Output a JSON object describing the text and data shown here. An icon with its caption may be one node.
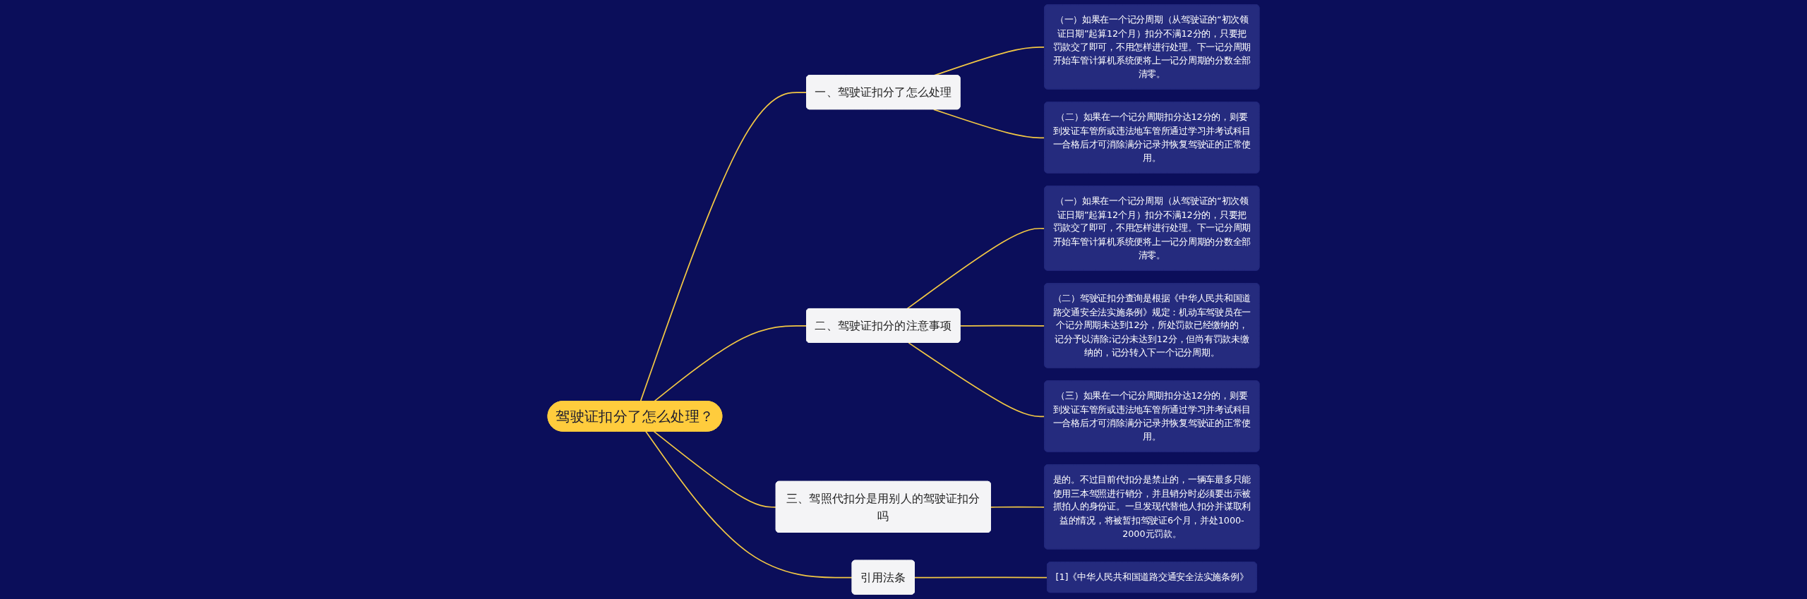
{
  "diagram": {
    "nodes": [
      {
        "text": [
          "驾驶证扣分了怎么处理？"
        ]
      },
      {
        "text": [
          "一、驾驶证扣分了怎么处理"
        ]
      },
      {
        "text": [
          "（一）如果在一个记分周期（从驾驶证的“初次领证日期”起算12个月）扣分不满12分的，只要把罚款交了即可，不用怎样进行处理。下一记分周期开始车管计算机系统便将上一记分周期的分数全部清零。"
        ]
      },
      {
        "text": [
          "（二）如果在一个记分周期扣分达12分的，则要到发证车管所或违法地车管所通过学习并考试科目一合格后才可消除满分记录并恢复驾驶证的正常使用。"
        ]
      },
      {
        "text": [
          "二、驾驶证扣分的注意事项"
        ]
      },
      {
        "text": [
          "（一）如果在一个记分周期（从驾驶证的“初次领证日期”起算12个月）扣分不满12分的，只要把罚款交了即可，不用怎样进行处理。下一记分周期开始车管计算机系统便将上一记分周期的分数全部清零。"
        ]
      },
      {
        "text": [
          "（二）驾驶证扣分查询是根据《中华人民共和国道路交通安全法实施条例》规定：机动车驾驶员在一个记分周期未达到12分，所处罚款已经缴纳的，记分予以清除;记分未达到12分，但尚有罚款未缴纳的，记分转入下一个记分周期。"
        ]
      },
      {
        "text": [
          "（三）如果在一个记分周期扣分达12分的，则要到发证车管所或违法地车管所通过学习并考试科目一合格后才可消除满分记录并恢复驾驶证的正常使用。"
        ]
      },
      {
        "text": [
          "三、驾照代扣分是用别人的驾驶证扣分吗"
        ]
      },
      {
        "text": [
          "是的。不过目前代扣分是禁止的，一辆车最多只能使用三本驾照进行销分，并且销分时必须要出示被抓拍人的身份证。一旦发现代替他人扣分并谋取利益的情况，将被暂扣驾驶证6个月，并处1000-2000元罚款。"
        ]
      },
      {
        "text": [
          "引用法条"
        ]
      },
      {
        "text": [
          "[1]《中华人民共和国道路交通安全法实施条例》"
        ]
      }
    ],
    "edges": [
      {
        "from": 0,
        "to": 1,
        "arrow": "none"
      },
      {
        "from": 1,
        "to": 2,
        "arrow": "none"
      },
      {
        "from": 1,
        "to": 3,
        "arrow": "none"
      },
      {
        "from": 0,
        "to": 4,
        "arrow": "none"
      },
      {
        "from": 4,
        "to": 5,
        "arrow": "none"
      },
      {
        "from": 4,
        "to": 6,
        "arrow": "none"
      },
      {
        "from": 4,
        "to": 7,
        "arrow": "none"
      },
      {
        "from": 0,
        "to": 8,
        "arrow": "none"
      },
      {
        "from": 8,
        "to": 9,
        "arrow": "none"
      },
      {
        "from": 0,
        "to": 10,
        "arrow": "none"
      },
      {
        "from": 10,
        "to": 11,
        "arrow": "none"
      }
    ]
  }
}
